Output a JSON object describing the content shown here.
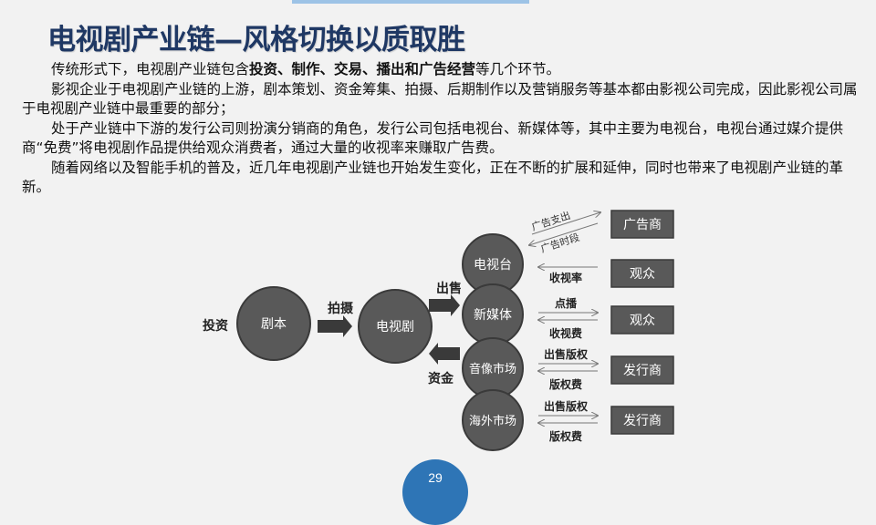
{
  "title": "电视剧产业链—风格切换以质取胜",
  "paragraphs": {
    "p1_pre": "传统形式下，电视剧产业链包含",
    "p1_bold": "投资、制作、交易、播出和广告经营",
    "p1_post": "等几个环节。",
    "p2": "影视企业于电视剧产业链的上游，剧本策划、资金筹集、拍摄、后期制作以及营销服务等基本都由影视公司完成，因此影视公司属于电视剧产业链中最重要的部分；",
    "p3": "处于产业链中下游的发行公司则扮演分销商的角色，发行公司包括电视台、新媒体等，其中主要为电视台，电视台通过媒介提供商“免费”将电视剧作品提供给观众消费者，通过大量的收视率来赚取广告费。",
    "p4": "随着网络以及智能手机的普及，近几年电视剧产业链也开始发生变化，正在不断的扩展和延伸，同时也带来了电视剧产业链的革新。"
  },
  "diagram": {
    "invest": "投资",
    "script": "剧本",
    "shoot": "拍摄",
    "drama": "电视剧",
    "sell": "出售",
    "funds": "资金",
    "tv": "电视台",
    "new_media": "新媒体",
    "av_market": "音像市场",
    "overseas": "海外市场",
    "ad_spend": "广告支出",
    "ad_slot": "广告时段",
    "ratings": "收视率",
    "on_demand": "点播",
    "view_fee": "收视费",
    "sell_rights_1": "出售版权",
    "rights_fee_1": "版权费",
    "sell_rights_2": "出售版权",
    "rights_fee_2": "版权费",
    "advertiser": "广告商",
    "audience_1": "观众",
    "audience_2": "观众",
    "distributor_1": "发行商",
    "distributor_2": "发行商"
  },
  "page_number": "29"
}
